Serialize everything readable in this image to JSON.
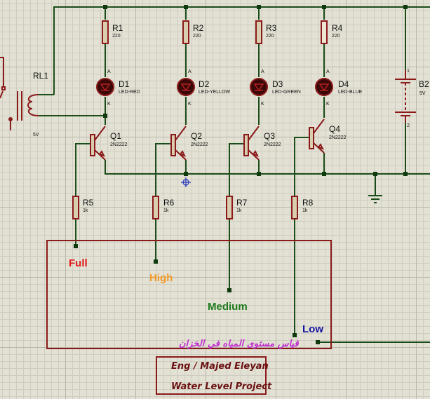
{
  "schematic": {
    "relay": {
      "ref": "RL1",
      "value": "5V"
    },
    "battery": {
      "ref": "B2",
      "value": "5V",
      "pin1": "1",
      "pin2": "2"
    },
    "resistors_top": [
      {
        "ref": "R1",
        "value": "220"
      },
      {
        "ref": "R2",
        "value": "220"
      },
      {
        "ref": "R3",
        "value": "220"
      },
      {
        "ref": "R4",
        "value": "220"
      }
    ],
    "leds": [
      {
        "ref": "D1",
        "value": "LED-RED"
      },
      {
        "ref": "D2",
        "value": "LED-YELLOW"
      },
      {
        "ref": "D3",
        "value": "LED-GREEN"
      },
      {
        "ref": "D4",
        "value": "LED-BLUE"
      }
    ],
    "led_pins": {
      "anode": "A",
      "cathode": "K"
    },
    "transistors": [
      {
        "ref": "Q1",
        "value": "2N2222"
      },
      {
        "ref": "Q2",
        "value": "2N2222"
      },
      {
        "ref": "Q3",
        "value": "2N2222"
      },
      {
        "ref": "Q4",
        "value": "2N2222"
      }
    ],
    "resistors_base": [
      {
        "ref": "R5",
        "value": "1k"
      },
      {
        "ref": "R6",
        "value": "1k"
      },
      {
        "ref": "R7",
        "value": "1k"
      },
      {
        "ref": "R8",
        "value": "1k"
      }
    ]
  },
  "tank": {
    "levels": [
      {
        "label": "Full",
        "color": "#e01b1b"
      },
      {
        "label": "High",
        "color": "#f39a2a"
      },
      {
        "label": "Medium",
        "color": "#1c7a1c"
      },
      {
        "label": "Low",
        "color": "#1515a0"
      }
    ],
    "arabic_title": "قياس مستوى المياه في الخزان"
  },
  "credits": {
    "author": "Eng / Majed Eleyan",
    "project": "Water Level Project"
  },
  "colors": {
    "wire": "#1a4d1a",
    "component": "#8b1a1a",
    "resistor_fill": "#d9ceb0",
    "led_fill": "#3a0808"
  }
}
